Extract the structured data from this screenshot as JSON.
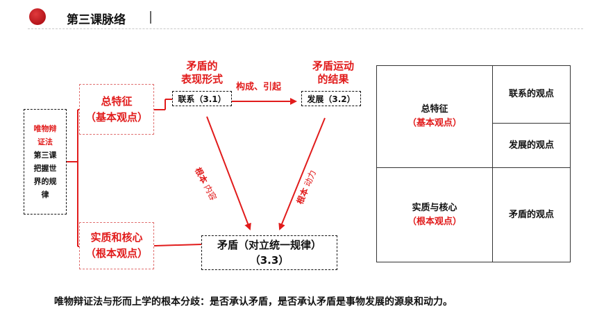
{
  "header": {
    "title": "第三课脉络"
  },
  "left_box": {
    "lines": [
      "唯物辩",
      "证法",
      "第三课",
      "把握世",
      "界的规",
      "律"
    ]
  },
  "zongtezheng": {
    "title": "总特征",
    "sub": "（基本观点）"
  },
  "shizhi": {
    "title": "实质和核心",
    "sub": "（根本观点）"
  },
  "labels": {
    "biaoxian": [
      "矛盾的",
      "表现形式"
    ],
    "jieguo": [
      "矛盾运动",
      "的结果"
    ],
    "goucheng": "构成、引起",
    "neirong_a": "根本",
    "neirong_b": "内容",
    "dongli_a": "根本",
    "dongli_b": "动力"
  },
  "nodes": {
    "lianxi": "联系（3.1）",
    "fazhan": "发展（3.2）",
    "maodun_line1": "矛盾（对立统一规律）",
    "maodun_line2": "（3.3）"
  },
  "table": {
    "r1_title": "总特征",
    "r1_sub": "（基本观点）",
    "r1a": "联系的观点",
    "r1b": "发展的观点",
    "r2_title": "实质与核心",
    "r2_sub": "（根本观点）",
    "r2": "矛盾的观点"
  },
  "bottom": "唯物辩证法与形而上学的根本分歧：是否承认矛盾，是否承认矛盾是事物发展的源泉和动力。",
  "colors": {
    "accent": "#e11b1b",
    "line": "#e11b1b",
    "text": "#111111"
  }
}
